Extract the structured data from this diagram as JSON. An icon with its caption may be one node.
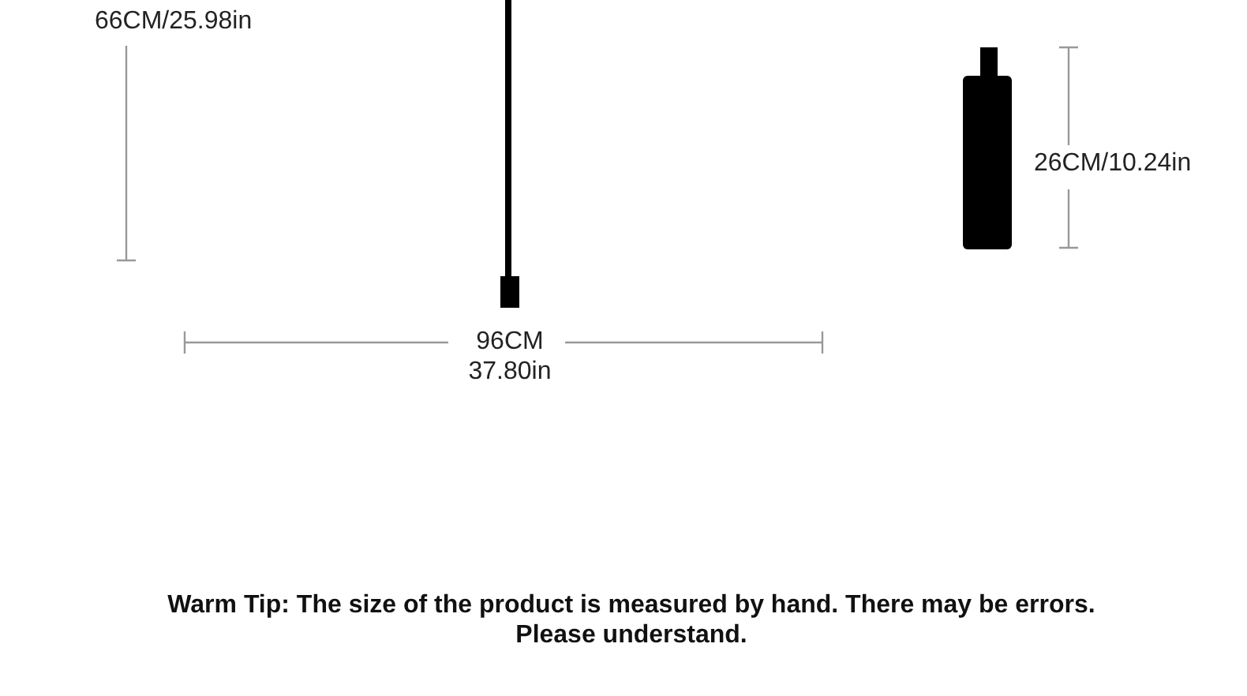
{
  "diagram": {
    "labels": [
      "66CM/25.98in",
      "26CM/10.24in",
      "96CM 37.80in",
      "Warm Tip: The size of the product is measured by hand. There may be errors. Please understand."
    ]
  }
}
